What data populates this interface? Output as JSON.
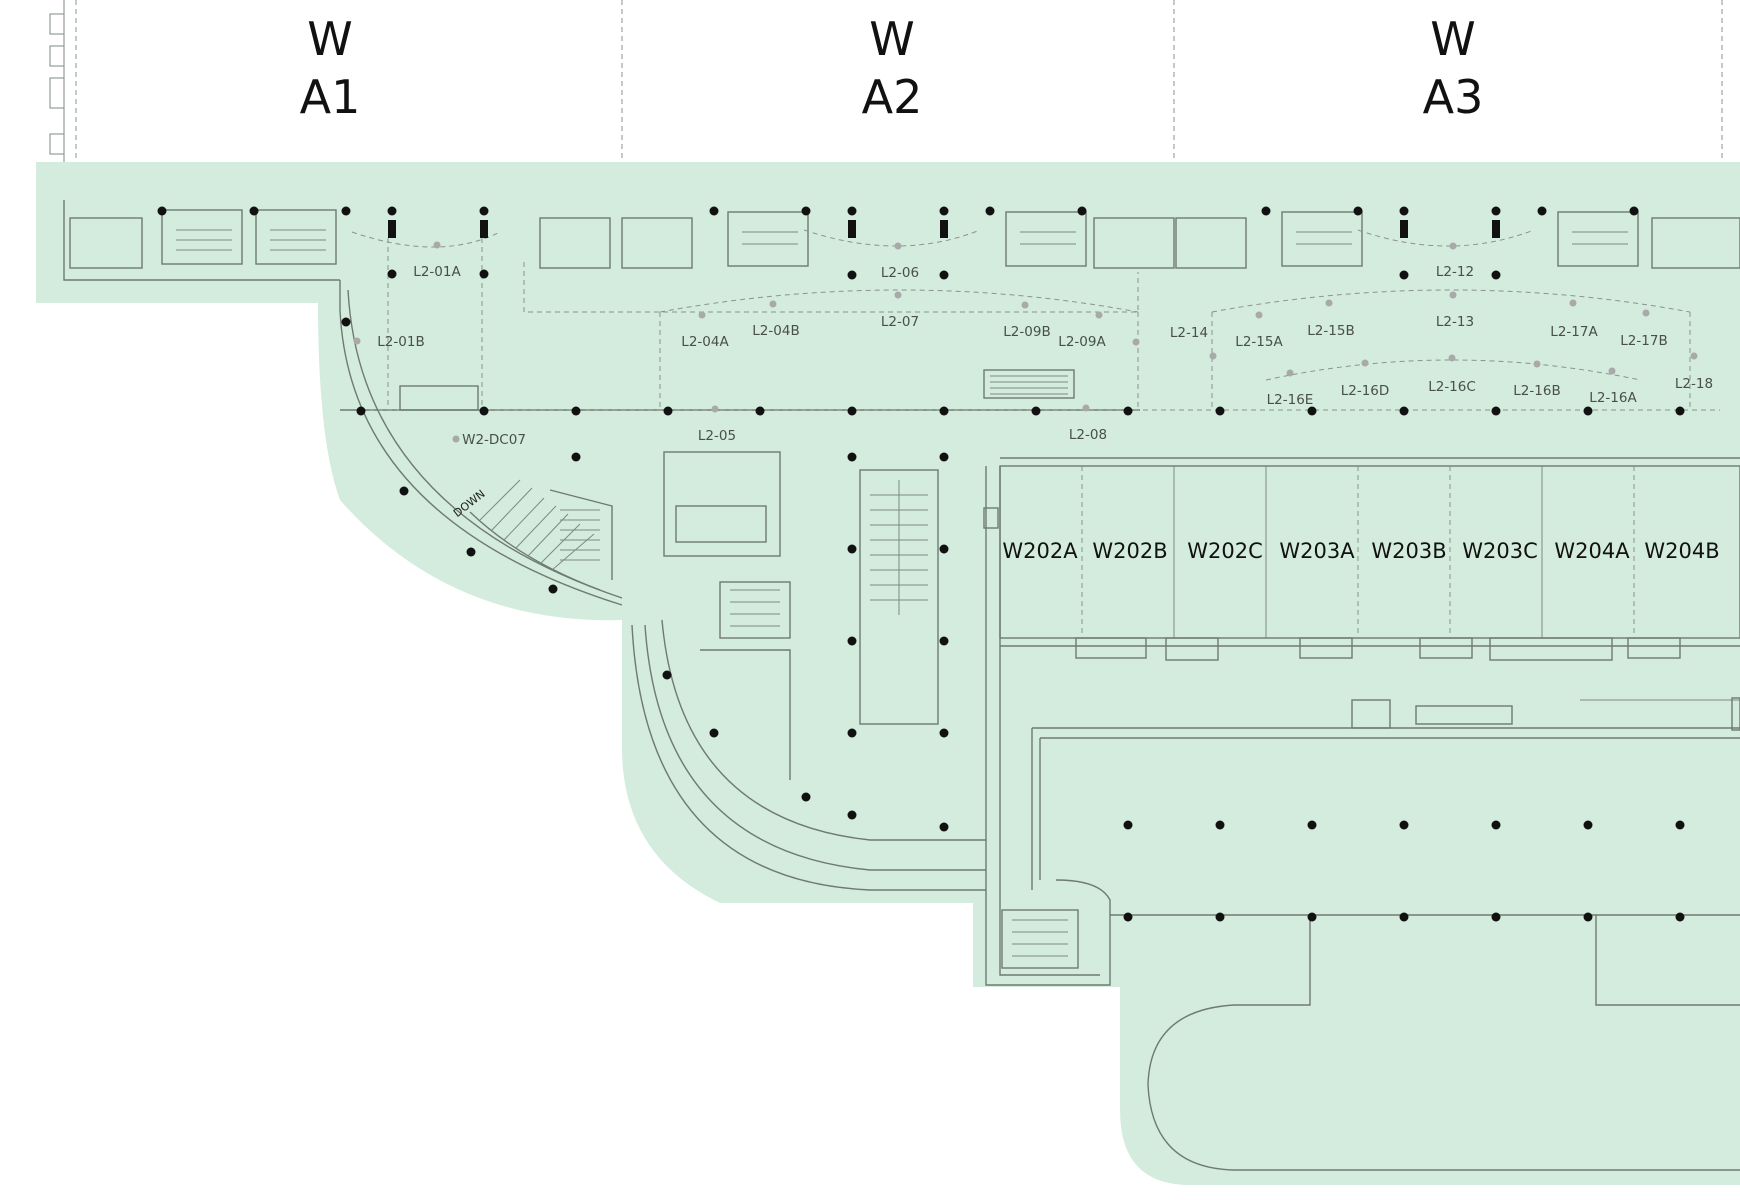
{
  "colors": {
    "floor": "#d3ecdd",
    "wall": "#6f7a72",
    "column": "#111111",
    "marker": "#a9a9a9"
  },
  "halls": [
    {
      "letter": "W",
      "code": "A1"
    },
    {
      "letter": "W",
      "code": "A2"
    },
    {
      "letter": "W",
      "code": "A3"
    }
  ],
  "rooms": [
    "W202A",
    "W202B",
    "W202C",
    "W203A",
    "W203B",
    "W203C",
    "W204A",
    "W204B"
  ],
  "markers": [
    "L2-01A",
    "L2-01B",
    "W2-DC07",
    "L2-04A",
    "L2-04B",
    "L2-05",
    "L2-06",
    "L2-07",
    "L2-08",
    "L2-09B",
    "L2-09A",
    "L2-14",
    "L2-15A",
    "L2-15B",
    "L2-12",
    "L2-13",
    "L2-16E",
    "L2-16D",
    "L2-16C",
    "L2-16B",
    "L2-16A",
    "L2-17A",
    "L2-17B",
    "L2-18"
  ],
  "stair_label": "DOWN"
}
